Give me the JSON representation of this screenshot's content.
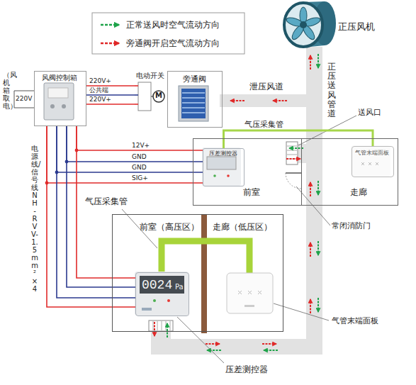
{
  "diagram": {
    "nodes": [
      {
        "text": [
          "风阀控制箱"
        ]
      },
      {
        "text": [
          "电动开关",
          "M"
        ]
      },
      {
        "text": [
          "旁通阀"
        ]
      },
      {
        "text": [
          "正压风机"
        ]
      },
      {
        "text": [
          "前室"
        ]
      },
      {
        "text": [
          "走廊"
        ]
      },
      {
        "text": [
          "压差测控器"
        ],
        "in": 4
      },
      {
        "text": [
          "气管末端面板"
        ],
        "in": 5
      },
      {
        "text": [
          "前室（高压区）"
        ]
      },
      {
        "text": [
          "走廊（低压区）"
        ]
      },
      {
        "text": [
          "0024",
          "Pa"
        ],
        "in": 8
      }
    ],
    "edges": [
      {
        "from": 0,
        "to": 1,
        "label": "220V+",
        "arrow": "none"
      },
      {
        "from": 0,
        "to": 1,
        "label": "公共端",
        "arrow": "none"
      },
      {
        "from": 0,
        "to": 1,
        "label": "220V+",
        "arrow": "none"
      },
      {
        "from": 0,
        "to": 6,
        "label": "12V+",
        "arrow": "none"
      },
      {
        "from": 0,
        "to": 6,
        "label": "GND",
        "arrow": "none"
      },
      {
        "from": 0,
        "to": 6,
        "label": "GND",
        "arrow": "none"
      },
      {
        "from": 0,
        "to": 6,
        "label": "SIG+",
        "arrow": "none"
      },
      {
        "from": 0,
        "to": 10,
        "arrow": "none"
      },
      {
        "from": 0,
        "to": 10,
        "arrow": "none"
      },
      {
        "from": 0,
        "to": 10,
        "arrow": "none"
      },
      {
        "from": 0,
        "to": 10,
        "arrow": "none"
      },
      {
        "from": 6,
        "to": 7,
        "label": "气压采集管",
        "arrow": "none"
      }
    ],
    "labels": [
      "（风机箱取电）",
      "220V",
      "电源线/信号线 NH-RVV-1.5mm²×4",
      "泄压风道",
      "正压送风管道",
      "送风口",
      "常闭消防门",
      "气压采集管",
      "气管末端面板",
      "压差测控器"
    ],
    "legend": [
      {
        "text": "正常送风时空气流动方向"
      },
      {
        "text": "旁通阀开启空气流动方向"
      }
    ]
  }
}
